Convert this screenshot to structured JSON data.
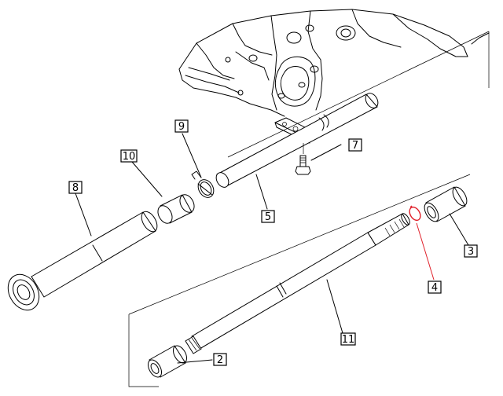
{
  "callouts": [
    {
      "id": "c2",
      "label": "2",
      "color": "#000000"
    },
    {
      "id": "c3",
      "label": "3",
      "color": "#7a2a86"
    },
    {
      "id": "c4",
      "label": "4",
      "color": "#e0202a"
    },
    {
      "id": "c5",
      "label": "5",
      "color": "#000000"
    },
    {
      "id": "c7",
      "label": "7",
      "color": "#000000"
    },
    {
      "id": "c8",
      "label": "8",
      "color": "#000000"
    },
    {
      "id": "c9",
      "label": "9",
      "color": "#000000"
    },
    {
      "id": "c10",
      "label": "10",
      "color": "#000000"
    },
    {
      "id": "c11",
      "label": "11",
      "color": "#000000"
    }
  ],
  "highlight_colors": {
    "part4": "#e0202a",
    "part3": "#7a2a86"
  }
}
